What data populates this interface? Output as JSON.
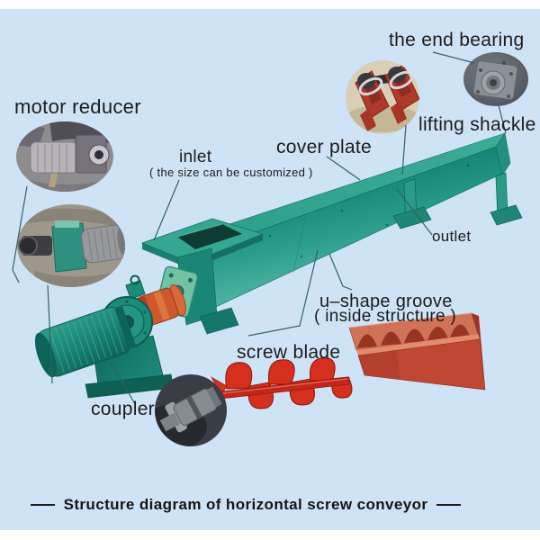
{
  "title_caption": "Structure diagram of horizontal screw conveyor",
  "labels": {
    "motor_reducer": "motor reducer",
    "end_bearing": "the end bearing",
    "lifting_shackle": "lifting shackle",
    "cover_plate": "cover plate",
    "inlet": "inlet",
    "inlet_note": "( the size can be customized )",
    "outlet": "outlet",
    "u_shape_groove": "u–shape groove",
    "u_shape_groove_note": "( inside structure )",
    "screw_blade": "screw blade",
    "coupler": "coupler"
  },
  "colors": {
    "background": "#cfe3f7",
    "machine_teal": "#1d9482",
    "machine_teal_dark": "#0f7c6e",
    "machine_teal_light": "#4db4a2",
    "screw_blade_red": "#d5301d",
    "trough_red": "#c04532",
    "coupler_orange": "#cd5a2d",
    "leader_line": "#2e6367",
    "label_text": "#1c1c1c"
  }
}
